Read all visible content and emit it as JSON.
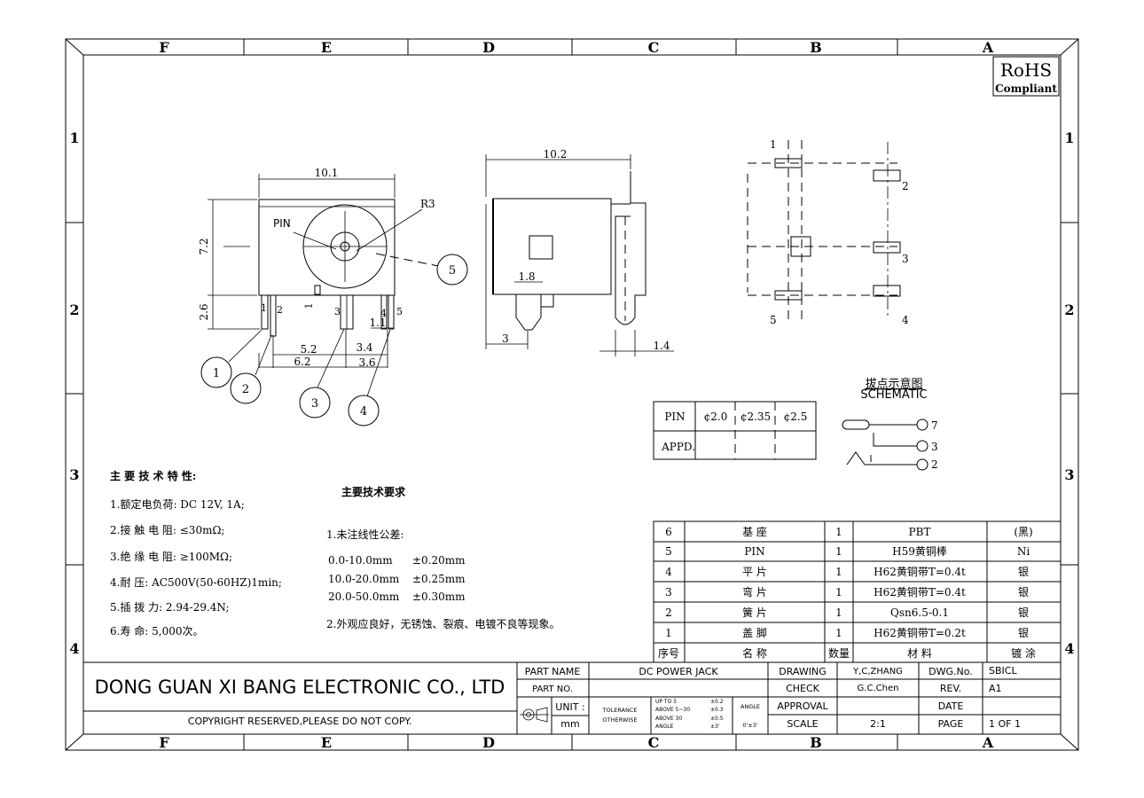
{
  "frame": {
    "columns": [
      "F",
      "E",
      "D",
      "C",
      "B",
      "A"
    ],
    "rows": [
      "1",
      "2",
      "3",
      "4"
    ]
  },
  "rohs": {
    "line1": "RoHS",
    "line2": "Compliant"
  },
  "front_view": {
    "dims": {
      "width": "10.1",
      "height": "7.2",
      "pin_len": "2.6",
      "r3": "R3",
      "pin_label": "PIN",
      "d52": "5.2",
      "d62": "6.2",
      "d34": "3.4",
      "d36": "3.6",
      "d1": "1",
      "d11": "1.1"
    },
    "pin_numbers": [
      "1",
      "2",
      "3",
      "4",
      "5"
    ],
    "callouts": [
      "1",
      "2",
      "3",
      "4",
      "5"
    ]
  },
  "side_view": {
    "dims": {
      "width": "10.2",
      "d18": "1.8",
      "d3": "3",
      "d14": "1.4"
    }
  },
  "footprint": {
    "pins": [
      "1",
      "2",
      "3",
      "4",
      "5"
    ]
  },
  "pin_table": {
    "row1": [
      "PIN",
      "¢2.0",
      "¢2.35",
      "¢2.5"
    ],
    "row2_label": "APPD."
  },
  "schematic": {
    "title_cn": "拔点示意图",
    "title_en": "SCHEMATIC",
    "pins": [
      "7",
      "3",
      "2"
    ]
  },
  "specs": {
    "title": "主 要 技 术 特 性:",
    "items": [
      "1.额定电负荷: DC 12V, 1A;",
      "2.接 触 电 阻: ≤30mΩ;",
      "3.绝 缘 电 阻: ≥100MΩ;",
      "4.耐      压: AC500V(50-60HZ)1min;",
      "5.插  拨  力: 2.94-29.4N;",
      "6.寿      命: 5,000次。"
    ]
  },
  "requirements": {
    "title": "主要技术要求",
    "item1": "1.未注线性公差:",
    "tolerances": [
      {
        "range": "0.0-10.0mm",
        "tol": "±0.20mm"
      },
      {
        "range": "10.0-20.0mm",
        "tol": "±0.25mm"
      },
      {
        "range": "20.0-50.0mm",
        "tol": "±0.30mm"
      }
    ],
    "item2": "2.外观应良好，无锈蚀、裂痕、电镀不良等现象。"
  },
  "bom": {
    "rows": [
      [
        "6",
        "基   座",
        "1",
        "PBT",
        "(黑)"
      ],
      [
        "5",
        "PIN",
        "1",
        "H59黄铜棒",
        "Ni"
      ],
      [
        "4",
        "平   片",
        "1",
        "H62黄铜带T=0.4t",
        "银"
      ],
      [
        "3",
        "弯   片",
        "1",
        "H62黄铜带T=0.4t",
        "银"
      ],
      [
        "2",
        "簧   片",
        "1",
        "Qsn6.5-0.1",
        "银"
      ],
      [
        "1",
        "盖   脚",
        "1",
        "H62黄铜带T=0.2t",
        "银"
      ]
    ],
    "header": [
      "序号",
      "名      称",
      "数量",
      "材      料",
      "镀 涂"
    ]
  },
  "title_block": {
    "company": "DONG GUAN XI BANG ELECTRONIC CO., LTD",
    "copyright": "COPYRIGHT RESERVED,PLEASE DO NOT COPY.",
    "part_name_label": "PART NAME",
    "part_name": "DC POWER JACK",
    "part_no_label": "PART NO.",
    "unit_label": "UNIT :",
    "unit": "mm",
    "tolerance": "TOLERANCE",
    "otherwise": "OTHERWISE",
    "tol_lines": [
      "UP TO 5",
      "ABOVE 5~30",
      "ABOVE 30",
      "ANGLE"
    ],
    "tol_values": [
      "±0.2",
      "±0.3",
      "±0.5",
      "±3'"
    ],
    "angle_label": "ANGLE",
    "angle_value": "0'±3'",
    "drawing_label": "DRAWING",
    "drawing_by": "Y,C,ZHANG",
    "check_label": "CHECK",
    "check_by": "G.C.Chen",
    "approval_label": "APPROVAL",
    "scale_label": "SCALE",
    "scale": "2:1",
    "dwg_no_label": "DWG.No.",
    "dwg_no": "SBICL",
    "rev_label": "REV.",
    "rev": "A1",
    "date_label": "DATE",
    "page_label": "PAGE",
    "page": "1 OF 1"
  }
}
